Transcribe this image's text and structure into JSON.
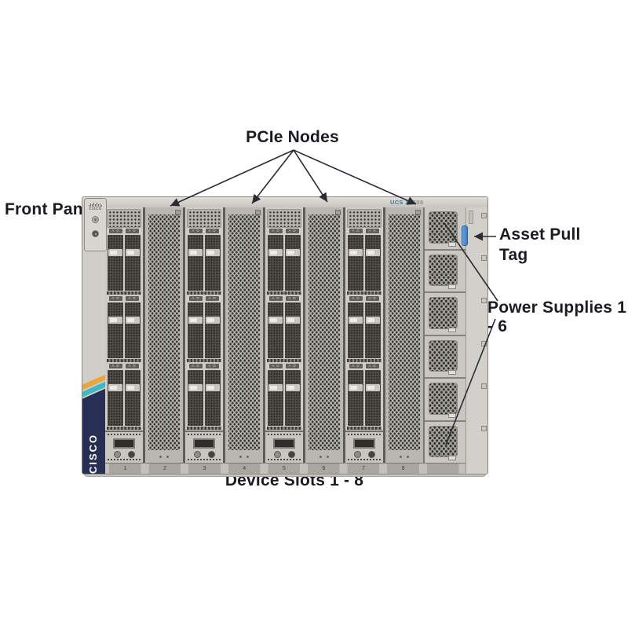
{
  "annotations": {
    "pcie_nodes": "PCIe Nodes",
    "front_panel": "Front Panel",
    "asset_pull_tag_line1": "Asset Pull",
    "asset_pull_tag_line2": "Tag",
    "power_supplies": "Power Supplies 1 - 6",
    "device_slots": "Device Slots 1 - 8"
  },
  "chassis": {
    "model_prefix": "UCS",
    "model_series": "X",
    "model_number": "9508",
    "front_panel_logo": "CISCO",
    "brand_badge": "CISCO",
    "drive_tag": "A D",
    "psu_count": 6,
    "slots": [
      {
        "number": "1",
        "type": "compute"
      },
      {
        "number": "2",
        "type": "pcie"
      },
      {
        "number": "3",
        "type": "compute"
      },
      {
        "number": "4",
        "type": "pcie"
      },
      {
        "number": "5",
        "type": "compute"
      },
      {
        "number": "6",
        "type": "pcie"
      },
      {
        "number": "7",
        "type": "compute"
      },
      {
        "number": "8",
        "type": "pcie"
      }
    ]
  },
  "colors": {
    "annotation_text": "#1b1b22",
    "annotation_line": "#2b2b33",
    "chassis_body": "#d3d1cc",
    "navy_badge": "#273052",
    "stripe_yellow": "#e9a63c",
    "stripe_teal": "#3fb8c6",
    "asset_tag_blue": "#4a8fd4",
    "model_text_blue": "#44749e"
  }
}
